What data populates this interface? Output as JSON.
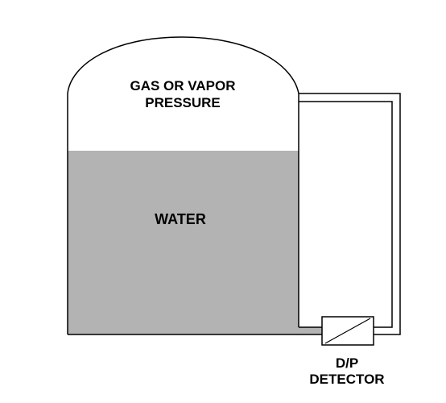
{
  "labels": {
    "gas_line1": "GAS OR VAPOR",
    "gas_line2": "PRESSURE",
    "water": "WATER",
    "detector_line1": "D/P",
    "detector_line2": "DETECTOR"
  },
  "colors": {
    "outline": "#000000",
    "water": "#b3b3b3",
    "background": "#ffffff"
  }
}
